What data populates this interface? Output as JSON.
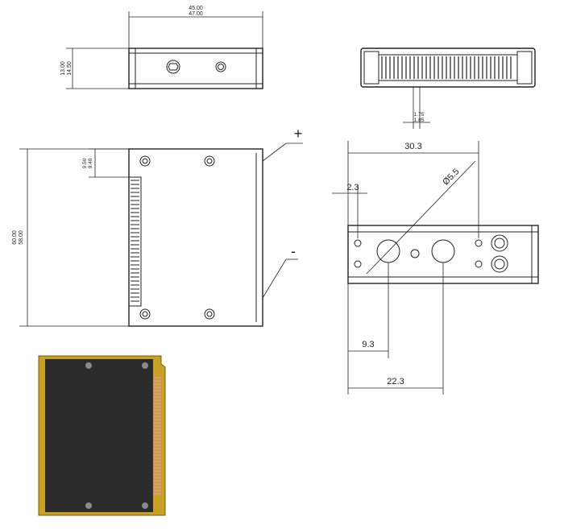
{
  "top_view": {
    "width_dims": [
      "45.00",
      "47.00"
    ],
    "height_dims": [
      "13.00",
      "14.50"
    ]
  },
  "side_view": {
    "gap_dims": [
      "1.75",
      "1.85"
    ]
  },
  "front_view": {
    "height_dims": [
      "60.00",
      "58.00"
    ],
    "offset_dims": [
      "9.50",
      "9.40"
    ],
    "plus_label": "+",
    "minus_label": "-"
  },
  "end_view": {
    "dim_total": "30.3",
    "dim_edge": "2.3",
    "dim_hole_dia": "Ø5.5",
    "dim_left_hole": "9.3",
    "dim_right_hole": "22.3"
  },
  "colors": {
    "line": "#222222",
    "pcb_board": "#2b2b2b",
    "pcb_edge": "#c8a023",
    "pcb_contacts": "#d99a7a",
    "screw": "#8a8a8a"
  }
}
